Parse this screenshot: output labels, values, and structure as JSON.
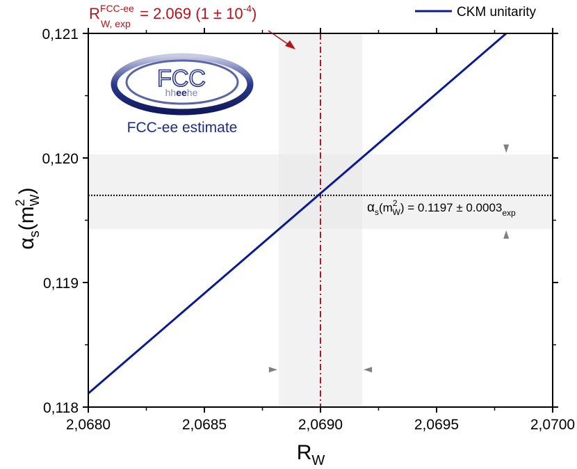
{
  "chart_data": {
    "type": "line",
    "xlabel": "R",
    "xlabel_sub": "W",
    "ylabel": "α",
    "ylabel_parts": [
      "s",
      "(m",
      "2",
      "W",
      ")"
    ],
    "xlim": [
      2.068,
      2.07
    ],
    "ylim": [
      0.118,
      0.121
    ],
    "x_ticks": [
      "2,0680",
      "2,0685",
      "2,0690",
      "2,0695",
      "2,0700"
    ],
    "x_tick_values": [
      2.068,
      2.0685,
      2.069,
      2.0695,
      2.07
    ],
    "y_ticks": [
      "0,118",
      "0,119",
      "0,120",
      "0,121"
    ],
    "y_tick_values": [
      0.118,
      0.119,
      0.12,
      0.121
    ],
    "grid": false,
    "legend_position": "top-right",
    "series": [
      {
        "name": "CKM unitarity",
        "color": "#0a1a96",
        "x": [
          2.068,
          2.0698
        ],
        "y": [
          0.11811,
          0.121
        ]
      }
    ],
    "bands": {
      "vertical": {
        "x_min": 2.06882,
        "x_max": 2.06918,
        "color": "#e8e8e8"
      },
      "horizontal": {
        "y_min": 0.11943,
        "y_max": 0.12003,
        "color": "#e8e8e8"
      }
    },
    "reference_lines": {
      "vertical": {
        "x": 2.069,
        "color": "#c0141c",
        "style": "dash-dot"
      },
      "horizontal": {
        "y": 0.1197,
        "color": "#000000",
        "style": "dotted"
      }
    },
    "annotations": {
      "measurement_label": {
        "R": "R",
        "sup": "FCC-ee",
        "sub": "W, exp",
        "text": " = 2.069 (1 ± 10",
        "exp": "-4",
        "close": ")",
        "color": "#b5121b"
      },
      "alpha_label": {
        "alpha": "α",
        "s": "s",
        "open": "(m",
        "sq": "2",
        "W": "W",
        "mid": ") = 0.1197 ±  0.0003",
        "sub": "exp"
      },
      "logo_text": "FCC",
      "logo_subtext": [
        "hh",
        "ee",
        "he"
      ],
      "logo_caption": "FCC-ee estimate"
    },
    "colors": {
      "line": "#0a1a96",
      "measurement": "#c0141c",
      "band": "#e8e8e8",
      "marker": "#808080",
      "logo": "#1a2a7a"
    }
  }
}
